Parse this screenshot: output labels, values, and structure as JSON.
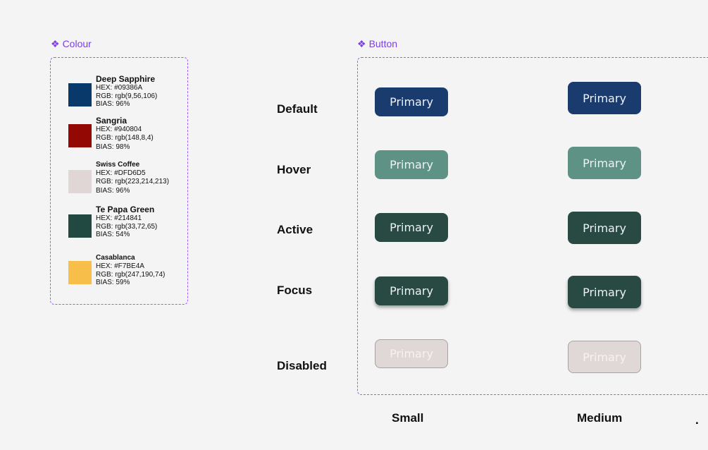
{
  "colour_section": {
    "title": "Colour",
    "icon": "component-icon",
    "swatches": [
      {
        "name": "Deep Sapphire",
        "hex": "HEX: #09386A",
        "rgb": "RGB: rgb(9,56,106)",
        "bias": "BIAS: 96%",
        "color": "#09386A"
      },
      {
        "name": "Sangria",
        "hex": "HEX: #940804",
        "rgb": "RGB: rgb(148,8,4)",
        "bias": "BIAS: 98%",
        "color": "#940804"
      },
      {
        "name": "Swiss Coffee",
        "hex": "HEX: #DFD6D5",
        "rgb": "RGB: rgb(223,214,213)",
        "bias": "BIAS: 96%",
        "color": "#DFD6D5"
      },
      {
        "name": "Te Papa Green",
        "hex": "HEX: #214841",
        "rgb": "RGB: rgb(33,72,65)",
        "bias": "BIAS: 54%",
        "color": "#214841"
      },
      {
        "name": "Casablanca",
        "hex": "HEX: #F7BE4A",
        "rgb": "RGB: rgb(247,190,74)",
        "bias": "BIAS: 59%",
        "color": "#F7BE4A"
      }
    ]
  },
  "button_section": {
    "title": "Button",
    "icon": "component-icon",
    "states": [
      "Default",
      "Hover",
      "Active",
      "Focus",
      "Disabled"
    ],
    "sizes": [
      "Small",
      "Medium"
    ],
    "button_label": "Primary",
    "trailing_mark": ".",
    "colors": {
      "default": "#1a3b6e",
      "hover": "#5e9284",
      "active": "#284a43",
      "focus": "#284a43",
      "disabled_bg": "#e0d8d7",
      "disabled_text": "#f5f2f1",
      "accent": "#9b5cff"
    }
  }
}
